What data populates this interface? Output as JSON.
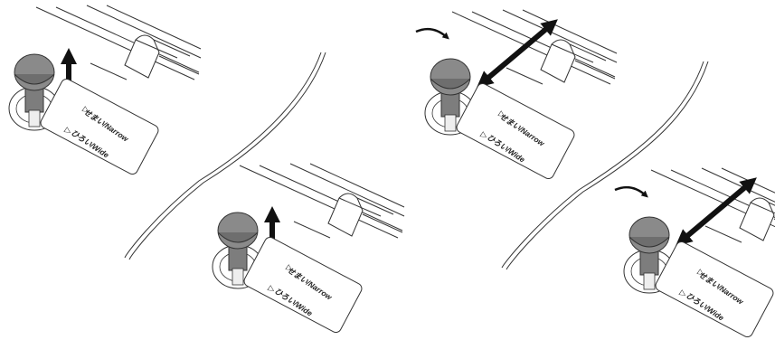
{
  "label_narrow": "せまい/Narrow",
  "label_wide": "ひろい/Wide",
  "colors": {
    "knob": "#8a8a8a",
    "knob_dark": "#6e6e6e",
    "line": "#333333",
    "arrow": "#111111"
  },
  "panels": [
    {
      "step": "pull-knob",
      "arrow": "up"
    },
    {
      "step": "pull-knob",
      "arrow": "up"
    },
    {
      "step": "twist-and-slide",
      "arrow": "rotate-and-slide"
    },
    {
      "step": "twist-and-slide",
      "arrow": "rotate-and-slide"
    }
  ]
}
